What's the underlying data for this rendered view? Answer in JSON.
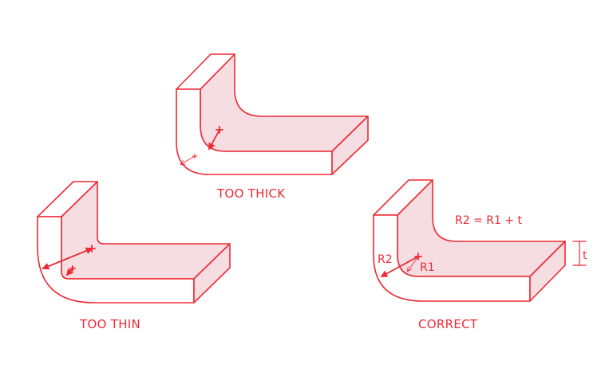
{
  "diagram": {
    "accent_color": "#ee2a35",
    "face_fill": "#f5dde2",
    "panels": [
      {
        "id": "too-thick",
        "label": "TOO THICK"
      },
      {
        "id": "too-thin",
        "label": "TOO THIN"
      },
      {
        "id": "correct",
        "label": "CORRECT"
      }
    ],
    "annotations": {
      "formula": "R2 = R1 + t",
      "r1": "R1",
      "r2": "R2",
      "thickness": "t"
    }
  }
}
